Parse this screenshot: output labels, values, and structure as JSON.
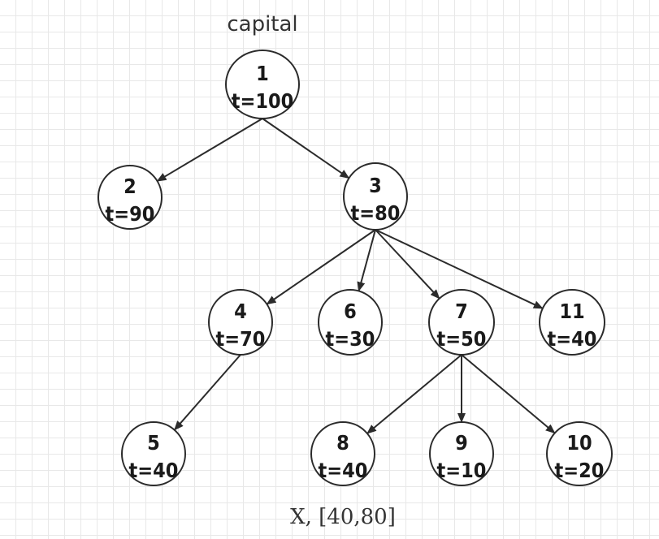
{
  "diagram": {
    "title": "capital",
    "footer": "X,  [40,80]",
    "nodes": [
      {
        "id": "1",
        "label": "1",
        "value": "t=100"
      },
      {
        "id": "2",
        "label": "2",
        "value": "t=90"
      },
      {
        "id": "3",
        "label": "3",
        "value": "t=80"
      },
      {
        "id": "4",
        "label": "4",
        "value": "t=70"
      },
      {
        "id": "6",
        "label": "6",
        "value": "t=30"
      },
      {
        "id": "7",
        "label": "7",
        "value": "t=50"
      },
      {
        "id": "11",
        "label": "11",
        "value": "t=40"
      },
      {
        "id": "5",
        "label": "5",
        "value": "t=40"
      },
      {
        "id": "8",
        "label": "8",
        "value": "t=40"
      },
      {
        "id": "9",
        "label": "9",
        "value": "t=10"
      },
      {
        "id": "10",
        "label": "10",
        "value": "t=20"
      }
    ],
    "edges": [
      {
        "from": "1",
        "to": "2"
      },
      {
        "from": "1",
        "to": "3"
      },
      {
        "from": "3",
        "to": "4"
      },
      {
        "from": "3",
        "to": "6"
      },
      {
        "from": "3",
        "to": "7"
      },
      {
        "from": "3",
        "to": "11"
      },
      {
        "from": "4",
        "to": "5"
      },
      {
        "from": "7",
        "to": "8"
      },
      {
        "from": "7",
        "to": "9"
      },
      {
        "from": "7",
        "to": "10"
      }
    ]
  }
}
